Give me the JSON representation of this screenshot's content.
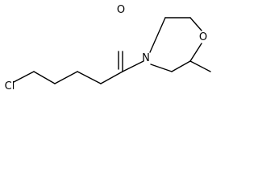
{
  "molecule": {
    "atoms": {
      "chlorine": "Cl",
      "carbonyl_oxygen": "O",
      "ring_nitrogen": "N",
      "ring_oxygen": "O"
    },
    "line_color": "#000000",
    "background": "#ffffff"
  }
}
